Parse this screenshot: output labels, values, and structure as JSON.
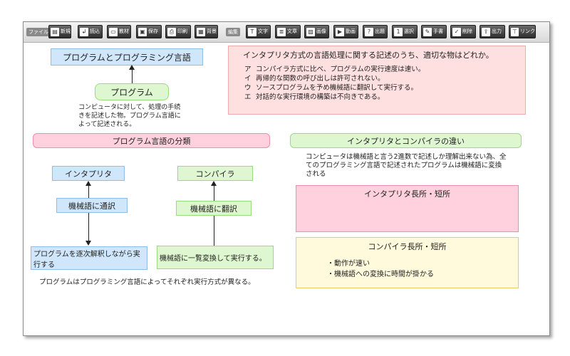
{
  "toolbar": {
    "file_label": "ファイル",
    "edit_label": "編集",
    "buttons": [
      {
        "label": "新規",
        "icon": "new-page-icon"
      },
      {
        "label": "読込",
        "icon": "load-icon"
      },
      {
        "label": "教材",
        "icon": "material-icon"
      },
      {
        "label": "保存",
        "icon": "save-icon"
      },
      {
        "label": "印刷",
        "icon": "print-icon"
      },
      {
        "label": "背景",
        "icon": "background-icon"
      },
      {
        "label": "文字",
        "icon": "text-icon"
      },
      {
        "label": "文章",
        "icon": "sentence-icon"
      },
      {
        "label": "画像",
        "icon": "image-icon"
      },
      {
        "label": "動画",
        "icon": "video-icon"
      },
      {
        "label": "出題",
        "icon": "question-icon"
      },
      {
        "label": "選択",
        "icon": "choice-icon"
      },
      {
        "label": "手書",
        "icon": "pen-icon"
      },
      {
        "label": "削除",
        "icon": "eraser-icon"
      },
      {
        "label": "出力",
        "icon": "export-icon"
      },
      {
        "label": "リンク",
        "icon": "link-icon"
      }
    ]
  },
  "canvas": {
    "title_box": "プログラムとプログラミング言語",
    "program_box": "プログラム",
    "program_desc": "コンピュータに対して、処理の手続きを記述した物。プログラム言語によって記述される。",
    "question": {
      "text": "インタプリタ方式の言語処理に関する記述のうち、適切な物はどれか。",
      "options": [
        {
          "mark": "ア",
          "text": "コンパイラ方式に比べ、プログラムの実行速度は速い。"
        },
        {
          "mark": "イ",
          "text": "再帰的な関数の呼び出しは許可されない。"
        },
        {
          "mark": "ウ",
          "text": "ソースプログラムを予め機械語に翻訳して実行する。"
        },
        {
          "mark": "エ",
          "text": "対話的な実行環境の構築は不向きである。"
        }
      ]
    },
    "classification_header": "プログラム言語の分類",
    "interpreter": "インタプリタ",
    "compiler": "コンパイラ",
    "interpreter_step": "機械語に通訳",
    "compiler_step": "機械語に翻訳",
    "interpreter_desc": "プログラムを逐次解釈しながら実行する",
    "compiler_desc": "機械語に一覧変換して実行する。",
    "footer_note": "プログラムはプログラミング言語によってそれぞれ実行方式が異なる。",
    "difference_header": "インタプリタとコンパイラの違い",
    "difference_desc": "コンピュータは機械語と言う2進数で記述しか理解出来ない為、全てのプログラミング言語で記述されたプログラムは機械語に変換される",
    "interp_pros_cons_title": "インタプリタ長所・短所",
    "compiler_pros_cons_title": "コンパイラ長所・短所",
    "compiler_points": [
      "・動作が速い",
      "・機械語への変換に時間が掛かる"
    ]
  }
}
